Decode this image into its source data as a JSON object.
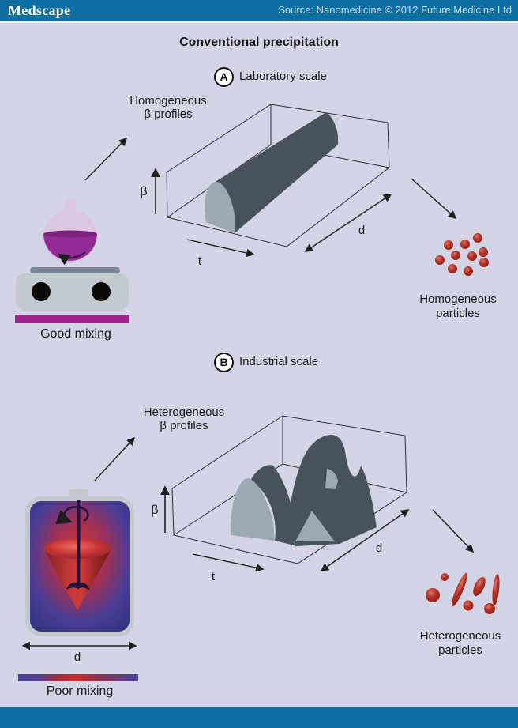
{
  "header": {
    "logo": "Medscape"
  },
  "title": "Conventional precipitation",
  "footer": {
    "source": "Source: Nanomedicine © 2012 Future Medicine Ltd"
  },
  "panel_a": {
    "badge": "A",
    "scale_label": "Laboratory scale",
    "profiles_line1": "Homogeneous",
    "profiles_line2": "β profiles",
    "axis_beta": "β",
    "axis_t": "t",
    "axis_d": "d",
    "mixing_label": "Good mixing",
    "particles_line1": "Homogeneous",
    "particles_line2": "particles"
  },
  "panel_b": {
    "badge": "B",
    "scale_label": "Industrial scale",
    "profiles_line1": "Heterogeneous",
    "profiles_line2": "β profiles",
    "axis_beta": "β",
    "axis_t": "t",
    "axis_d": "d",
    "vessel_d": "d",
    "mixing_label": "Poor mixing",
    "particles_line1": "Heterogeneous",
    "particles_line2": "particles"
  },
  "colors": {
    "header_bar": "#0e6fa3",
    "background": "#d3d5e7",
    "shape_dark": "#48525b",
    "shape_light": "#9da9b2",
    "particle_red": "#a82a20",
    "accent_magenta": "#a1218f",
    "flask_liquid": "#932b94"
  },
  "particles_a": [
    [
      605,
      301
    ],
    [
      568,
      310
    ],
    [
      589,
      309
    ],
    [
      612,
      319
    ],
    [
      577,
      323
    ],
    [
      598,
      324
    ],
    [
      557,
      329
    ],
    [
      613,
      332
    ],
    [
      573,
      340
    ],
    [
      593,
      343
    ]
  ],
  "particles_b": {
    "spheres": [
      [
        563,
        730,
        5
      ],
      [
        548,
        753,
        9
      ],
      [
        593,
        766,
        6.5
      ],
      [
        620,
        770,
        7
      ]
    ],
    "ellipses": [
      [
        582,
        746,
        4.5,
        23,
        23
      ],
      [
        607,
        742,
        6,
        13,
        25
      ],
      [
        628,
        746,
        4,
        20,
        6
      ]
    ]
  }
}
